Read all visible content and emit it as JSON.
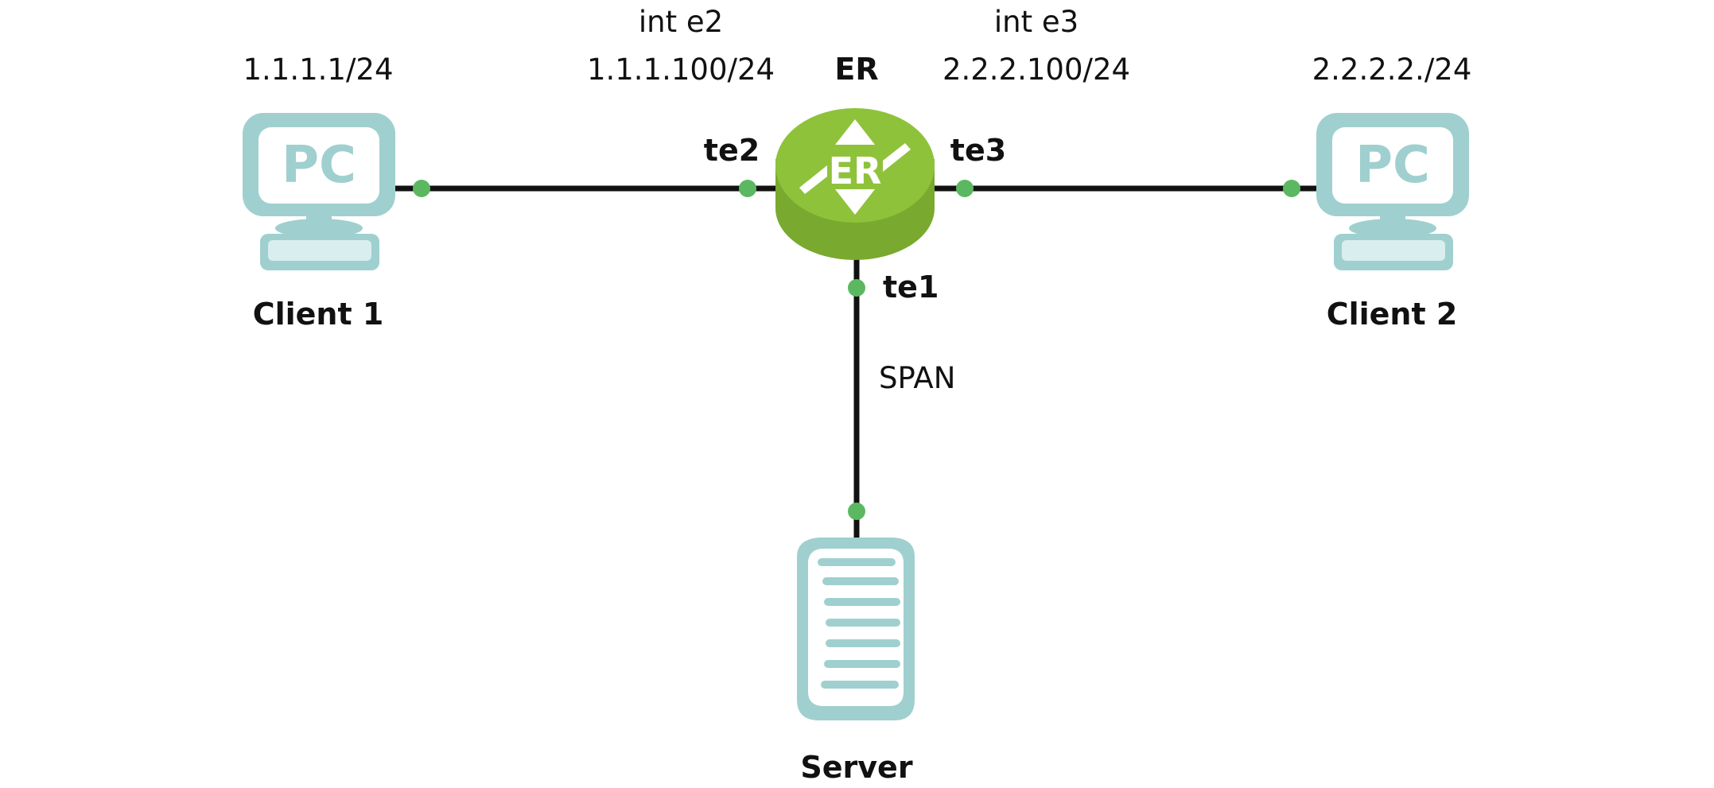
{
  "nodes": {
    "client1": {
      "name": "Client 1",
      "icon": "pc-icon",
      "ip": "1.1.1.1/24"
    },
    "client2": {
      "name": "Client 2",
      "icon": "pc-icon",
      "ip": "2.2.2.2./24"
    },
    "router": {
      "name": "ER",
      "icon": "router-icon"
    },
    "server": {
      "name": "Server",
      "icon": "server-icon"
    }
  },
  "interfaces": {
    "te2": {
      "port": "te2",
      "label": "int e2",
      "ip": "1.1.1.100/24"
    },
    "te3": {
      "port": "te3",
      "label": "int e3",
      "ip": "2.2.2.100/24"
    },
    "te1": {
      "port": "te1",
      "link_label": "SPAN"
    }
  },
  "icons": {
    "pc_text": "PC",
    "router_text": "ER"
  },
  "colors": {
    "pc": "#9fd0cf",
    "pc_light": "#d9eeee",
    "router": "#8fc23b",
    "router_dark": "#79a92e",
    "port": "#5cb860",
    "link": "#111111"
  }
}
